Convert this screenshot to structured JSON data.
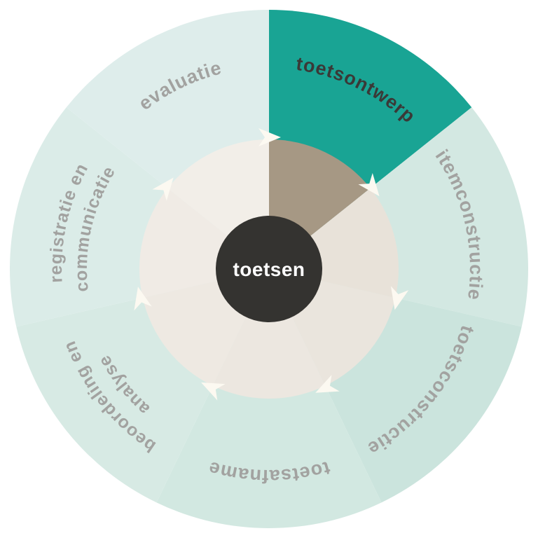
{
  "diagram": {
    "type": "cycle-wheel",
    "direction": "clockwise",
    "center": {
      "label": "toetsen",
      "circle_color": "#343330",
      "text_color": "#ffffff"
    },
    "ring": {
      "arrow_icon": "clockwise-arrowhead-icon",
      "arrow_color": "#fcf9f1"
    },
    "segments": [
      {
        "label": "toetsontwerp",
        "lines": [
          "toetsontwerp"
        ],
        "color": "#19a494",
        "inner_ring_color": "#a69884",
        "label_color": "#3a3937",
        "active": true
      },
      {
        "label": "itemconstructie",
        "lines": [
          "itemconstructie"
        ],
        "color": "#d3e8e2",
        "inner_ring_color": "#e8e2d9",
        "label_color": "#a2a2a0",
        "active": false
      },
      {
        "label": "toetsconstructie",
        "lines": [
          "toetsconstructie"
        ],
        "color": "#cbe4dd",
        "inner_ring_color": "#eae5dd",
        "label_color": "#a2a2a0",
        "active": false
      },
      {
        "label": "toetsafname",
        "lines": [
          "toetsafname"
        ],
        "color": "#d2e8e1",
        "inner_ring_color": "#ece7e0",
        "label_color": "#a2a2a0",
        "active": false
      },
      {
        "label": "beoordeling en analyse",
        "lines": [
          "beoordeling en",
          "analyse"
        ],
        "color": "#d7eae4",
        "inner_ring_color": "#eee9e2",
        "label_color": "#a2a2a0",
        "active": false
      },
      {
        "label": "registratie en communicatie",
        "lines": [
          "registratie en",
          "communicatie"
        ],
        "color": "#dbece8",
        "inner_ring_color": "#f0ebe5",
        "label_color": "#a2a2a0",
        "active": false
      },
      {
        "label": "evaluatie",
        "lines": [
          "evaluatie"
        ],
        "color": "#deedeb",
        "inner_ring_color": "#f2eee8",
        "label_color": "#a2a2a0",
        "active": false
      }
    ]
  }
}
